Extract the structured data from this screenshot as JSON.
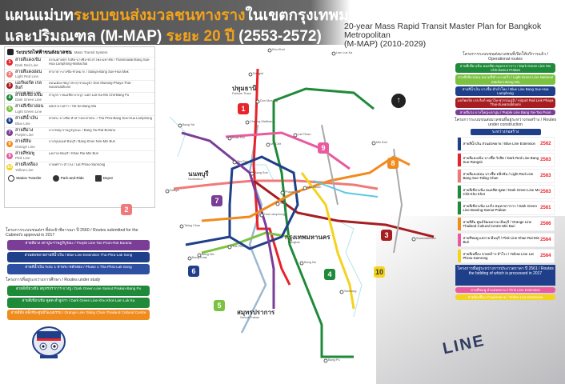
{
  "header": {
    "title_th_line1_a": "แผนแม่บท",
    "title_th_line1_b": "ระบบขนส่งมวลชนทางราง",
    "title_th_line1_c": "ในเขตกรุงเทพมหานคร",
    "title_th_line2_a": "และปริมณฑล (M-MAP) ",
    "title_th_line2_b": "ระยะ 20 ปี",
    "title_th_line2_c": " (2553-2572)",
    "title_en_line1": "20-year Mass Rapid Transit Master Plan for Bangkok Metropolitan",
    "title_en_line2": "(M-MAP) (2010-2029)"
  },
  "legend": {
    "title_th": "ระบบรถไฟฟ้าขนส่งมวลชน",
    "title_en": "Mass Transit System",
    "lines": [
      {
        "num": "1",
        "color": "#e8232a",
        "name_th": "สายสีแดงเข้ม",
        "name_en": "Dark Red Line",
        "desc": "ธรรมศาสตร์ รังสิต-บางซื่อ-หัวลำโพง-มหาชัย / Thammasat-Bang Sue-Hua Lamphong-Mahachai"
      },
      {
        "num": "2",
        "color": "#f07a7a",
        "name_th": "สายสีแดงอ่อน",
        "name_en": "Light Red Line",
        "desc": "ศาลายา-บางซื่อ-หัวหมาก / Salaya-Bang Sue-Hua Mak"
      },
      {
        "num": "3",
        "color": "#a61e22",
        "name_th": "แอร์พอร์ต เรล ลิงก์",
        "name_en": "Airport Rail Link",
        "desc": "ดอนเมือง-พญาไท-สุวรรณภูมิ / Don Mueang-Phaya Thai-Suvarnabhumi"
      },
      {
        "num": "4",
        "color": "#1f8a3a",
        "name_th": "สายสีเขียวเข้ม",
        "name_en": "Dark Green Line",
        "desc": "ลำลูกกา-หมอชิต-บางปู / Lam Luk Ka-Mo Chit-Bang Pu"
      },
      {
        "num": "5",
        "color": "#7cc242",
        "name_th": "สายสีเขียวอ่อน",
        "name_en": "Light Green Line",
        "desc": "ยศเส-บางหว้า / Yot Se-Bang Wa"
      },
      {
        "num": "6",
        "color": "#1f3f8a",
        "name_th": "สายสีน้ำเงิน",
        "name_en": "Blue Line",
        "desc": "ท่าพระ-บางซื่อ-หัวลำโพง-ท่าพระ / Tha Phra-Bang Sue-Hua Lamphong"
      },
      {
        "num": "7",
        "color": "#7a3e97",
        "name_th": "สายสีม่วง",
        "name_en": "Purple Line",
        "desc": "บางใหญ่-ราษฎร์บูรณะ / Bang Yai-Rat Burana"
      },
      {
        "num": "8",
        "color": "#f08b1e",
        "name_th": "สายสีส้ม",
        "name_en": "Orange Line",
        "desc": "บางขุนนนท์-มีนบุรี / Bang Khun Non-Min Buri"
      },
      {
        "num": "9",
        "color": "#e95a9f",
        "name_th": "สายสีชมพู",
        "name_en": "Pink Line",
        "desc": "แคราย-มีนบุรี / Khae Rai-Min Buri"
      },
      {
        "num": "10",
        "color": "#f4d31d",
        "name_th": "สายสีเหลือง",
        "name_en": "Yellow Line",
        "desc": "ลาดพร้าว-สำโรง / Lat Phrao-Samrong"
      }
    ],
    "symbols": [
      {
        "label": "Station Transfer"
      },
      {
        "label": "Park-and-Ride"
      },
      {
        "label": "Depot"
      }
    ]
  },
  "left_panel": {
    "title": "โครงการระบบขนส่งฯ ที่ส่งเข้าพิจารณา ปี 2560 / Routes submitted for the Cabinet's approval in 2017",
    "bars": [
      {
        "color": "#7a3e97",
        "text": "สายสีม่วง เตาปูน-ราษฎร์บูรณะ / Purple Line Tao Poon-Rat Burana"
      },
      {
        "color": "#1f3f8a",
        "text": "ส่วนต่อขยายสายสีน้ำเงิน / Blue Line Extension Tha Phra-Lak Song"
      },
      {
        "color": "#2f4fa2",
        "text": "สายสีน้ำเงิน ระยะ 1 ท่าพระ-หลักสอง / Phase 1 Tha Phra-Lak Song"
      }
    ],
    "subtitle": "โครงการที่อยู่ระหว่างการศึกษา / Routes under study",
    "bars2": [
      {
        "color": "#1f8a3a",
        "text": "สายสีเขียวเข้ม สมุทรปราการ-บางปู / Dark Green Line Samut Prakan-Bang Pu"
      },
      {
        "color": "#1f8a3a",
        "text": "สายสีเขียวเข้ม คูคต-ลำลูกกา / Dark Green Line Khu Khot-Lam Luk Ka"
      },
      {
        "color": "#f08b1e",
        "text": "สายสีส้ม ตลิ่งชัน-ศูนย์วัฒนธรรม / Orange Line Taling Chan-Thailand Cultural Centre"
      }
    ]
  },
  "map_labels": {
    "pathum_th": "ปทุมธานี",
    "pathum_en": "Pathum Thani",
    "nonthaburi_th": "นนทบุรี",
    "nonthaburi_en": "Nonthaburi",
    "bangkok_th": "กรุงเทพมหานคร",
    "bangkok_en": "Bangkok",
    "samut_th": "สมุทรปราการ",
    "samut_en": "Samut Prakan",
    "stations": [
      "Khu Khot",
      "Lam Luk Ka",
      "Rangsit",
      "Don Mueang",
      "Bang Yai",
      "Tao Poon",
      "Bang Sue",
      "Mo Chit",
      "Lat Phrao",
      "Min Buri",
      "Suvarnabhumi",
      "Hua Lamphong",
      "Siam",
      "Bang Wa",
      "Tha Phra",
      "Bang Na",
      "Samrong",
      "Bang Pu",
      "Salaya",
      "Taling Chan",
      "Bang Khae",
      "Phaya Thai",
      "Makkasan",
      "Khae Rai",
      "Chaeng Watthana"
    ]
  },
  "badges": [
    {
      "num": "1",
      "color": "#e8232a"
    },
    {
      "num": "2",
      "color": "#f07a7a"
    },
    {
      "num": "3",
      "color": "#a61e22"
    },
    {
      "num": "4",
      "color": "#1f8a3a"
    },
    {
      "num": "5",
      "color": "#7cc242"
    },
    {
      "num": "6",
      "color": "#1f3f8a"
    },
    {
      "num": "7",
      "color": "#7a3e97"
    },
    {
      "num": "8",
      "color": "#f08b1e"
    },
    {
      "num": "9",
      "color": "#e95a9f"
    },
    {
      "num": "10",
      "color": "#f4d31d"
    }
  ],
  "right_panel": {
    "head": "โครงการระบบขนส่งมวลชนที่เปิดให้บริการแล้ว / Operational routes",
    "operational": [
      {
        "color": "#1f8a3a",
        "text": "สายสีเขียวเข้ม หมอชิต-สมุทรปราการ / Dark Green Line Mo Chit-Samut Prakan"
      },
      {
        "color": "#7cc242",
        "text": "สายสีเขียวอ่อน สนามกีฬา-บางหว้า / Light Green Line National Stadium-Bang Wa"
      },
      {
        "color": "#1f3f8a",
        "text": "สายสีน้ำเงิน บางซื่อ-หัวลำโพง / Blue Line Bang Sue-Hua Lamphong"
      },
      {
        "color": "#a61e22",
        "text": "แอร์พอร์ต เรล ลิงก์ พญาไท-สุวรรณภูมิ / Airport Rail Link Phaya Thai-Suvarnabhumi"
      },
      {
        "color": "#7a3e97",
        "text": "สายสีม่วง บางใหญ่-เตาปูน / Purple Line Bang Yai-Tao Poon"
      }
    ],
    "construct_head": "โครงการระบบขนส่งมวลชนที่อยู่ระหว่างก่อสร้าง / Routes under construction",
    "construct_sec": "ระหว่างก่อสร้าง",
    "construction": [
      {
        "color": "#1f3f8a",
        "text": "สายสีน้ำเงิน ส่วนต่อขยาย / Blue Line Extension",
        "yr": "2562"
      },
      {
        "color": "#e8232a",
        "text": "สายสีแดงเข้ม บางซื่อ-รังสิต / Dark Red Line Bang Sue-Rangsit",
        "yr": "2563"
      },
      {
        "color": "#f07a7a",
        "text": "สายสีแดงอ่อน บางซื่อ-ตลิ่งชัน / Light Red Line Bang Sue-Taling Chan",
        "yr": "2563"
      },
      {
        "color": "#1f8a3a",
        "text": "สายสีเขียวเข้ม หมอชิต-คูคต / Dark Green Line Mo Chit-Khu Khot",
        "yr": "2563"
      },
      {
        "color": "#1f8a3a",
        "text": "สายสีเขียวเข้ม แบริ่ง-สมุทรปราการ / Dark Green Line Bearing-Samut Prakan",
        "yr": "2561"
      },
      {
        "color": "#f08b1e",
        "text": "สายสีส้ม ศูนย์วัฒนธรรม-มีนบุรี / Orange Line Thailand Cultural Centre-Min Buri",
        "yr": "2566"
      },
      {
        "color": "#e95a9f",
        "text": "สายสีชมพู แคราย-มีนบุรี / Pink Line Khae Rai-Min Buri",
        "yr": "2564"
      },
      {
        "color": "#f4d31d",
        "text": "สายสีเหลือง ลาดพร้าว-สำโรง / Yellow Line Lat Phrao-Samrong",
        "yr": "2564"
      }
    ],
    "bidding_head": "โครงการที่อยู่ระหว่างการประกวดราคา ปี 2561 / Routes the bidding of which is processed in 2017",
    "bidding": [
      {
        "color": "#e95a9f",
        "text": "สายสีชมพู ส่วนต่อขยาย / Pink Line Extension"
      },
      {
        "color": "#f4d31d",
        "text": "สายสีเหลือง ส่วนต่อขยาย / Yellow Line Extension"
      }
    ]
  }
}
